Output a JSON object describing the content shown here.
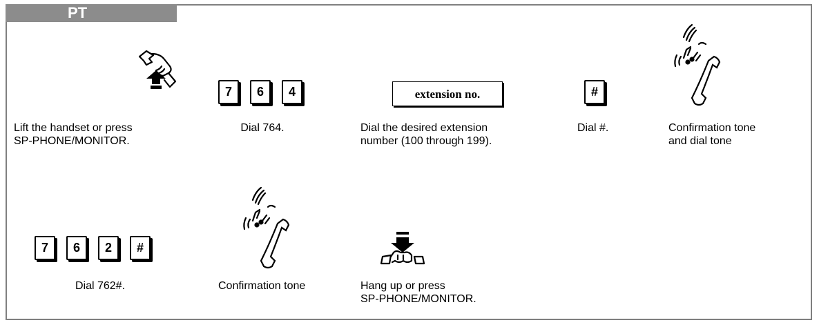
{
  "header": {
    "tab_label": "PT"
  },
  "steps_row1": [
    {
      "caption": "Lift the handset or press\nSP-PHONE/MONITOR.",
      "icon": "lift-handset-icon"
    },
    {
      "caption": "Dial 764.",
      "keys": [
        "7",
        "6",
        "4"
      ]
    },
    {
      "caption": "Dial the desired extension\nnumber (100 through 199).",
      "box_label": "extension no."
    },
    {
      "caption": "Dial #.",
      "keys": [
        "#"
      ]
    },
    {
      "caption": "Confirmation tone\nand dial tone",
      "icon": "ringing-receiver-icon"
    }
  ],
  "steps_row2": [
    {
      "caption": "Dial 762#.",
      "keys": [
        "7",
        "6",
        "2",
        "#"
      ]
    },
    {
      "caption": "Confirmation tone",
      "icon": "ringing-receiver-icon"
    },
    {
      "caption": "Hang up or press\nSP-PHONE/MONITOR.",
      "icon": "hang-up-icon"
    }
  ]
}
